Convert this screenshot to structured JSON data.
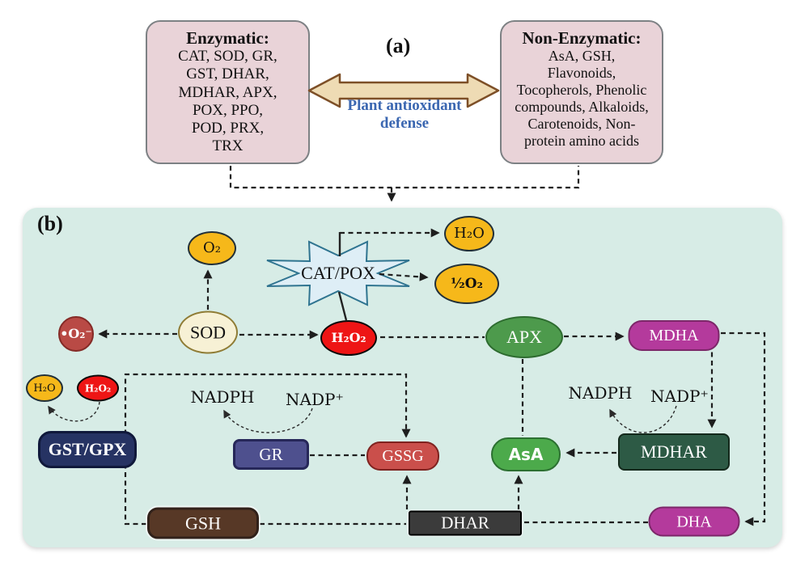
{
  "panel_a": {
    "label": "(a)",
    "enzymatic": {
      "title": "Enzymatic:",
      "lines": [
        "CAT, SOD, GR,",
        "GST, DHAR,",
        "MDHAR, APX,",
        "POX, PPO,",
        "POD, PRX,",
        "TRX"
      ]
    },
    "non_enzymatic": {
      "title": "Non-Enzymatic:",
      "lines": [
        "AsA, GSH,",
        "Flavonoids,",
        "Tocopherols, Phenolic",
        "compounds, Alkaloids,",
        "Carotenoids, Non-",
        "protein amino acids"
      ]
    },
    "arrow_label": {
      "line1": "Plant antioxidant",
      "line2": "defense"
    }
  },
  "panel_b": {
    "label": "(b)",
    "nodes": {
      "o2": "O₂",
      "h2o_top": "H₂O",
      "half_o2": "½O₂",
      "cat_pox": "CAT/POX",
      "superoxide": "•O₂⁻",
      "sod": "SOD",
      "h2o2": "H₂O₂",
      "apx": "APX",
      "mdha": "MDHA",
      "h2o_small": "H₂O",
      "h2o2_small": "H₂O₂",
      "gst_gpx": "GST/GPX",
      "nadph_left": "NADPH",
      "nadp_plus_left": "NADP⁺",
      "gr": "GR",
      "gssg": "GSSG",
      "asa": "AsA",
      "nadph_right": "NADPH",
      "nadp_plus_right": "NADP⁺",
      "mdhar": "MDHAR",
      "gsh": "GSH",
      "dhar": "DHAR",
      "dha": "DHA"
    },
    "colors": {
      "panel_pink": "#e9d3d8",
      "panel_teal": "#d7ece6",
      "arrow_tan": "#eedbb4",
      "arrow_brown": "#7d4f27",
      "caption_blue": "#3b67b1",
      "yellow": "#f6b81a",
      "bright_red": "#ee1515",
      "superoxide_red": "#b94a45",
      "sod_cream": "#f7f1d5",
      "apx_green": "#4d9a4c",
      "asa_green": "#4caa4b",
      "magenta": "#b43a9c",
      "mdhar_dark_green": "#2d5a45",
      "gr_slate_blue": "#4e508e",
      "gssg_red": "#ca4f4b",
      "gst_navy": "#263363",
      "gsh_brown": "#573826",
      "dhar_charcoal": "#3b3b3b",
      "star_blue": "#deeef6",
      "star_teal_border": "#2f7490"
    }
  }
}
